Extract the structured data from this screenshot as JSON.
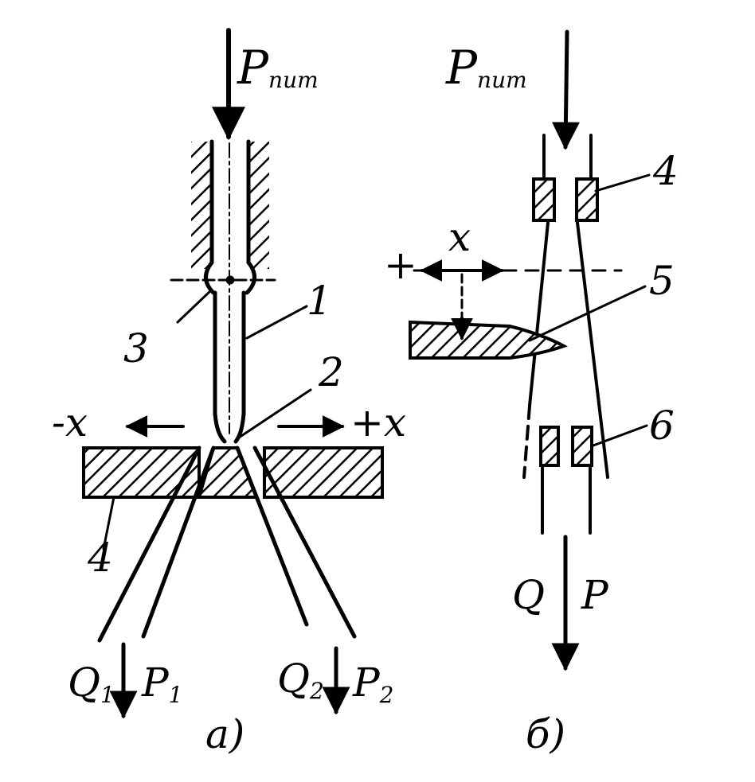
{
  "figure_a": {
    "supply_pressure_main": "P",
    "supply_pressure_sub": "пит",
    "labels": {
      "num1": "1",
      "num2": "2",
      "num3": "3",
      "num4": "4"
    },
    "axis_minus": "-x",
    "axis_plus": "+x",
    "out1_flow_main": "Q",
    "out1_flow_sub": "1",
    "out1_press_main": "P",
    "out1_press_sub": "1",
    "out2_flow_main": "Q",
    "out2_flow_sub": "2",
    "out2_press_main": "P",
    "out2_press_sub": "2",
    "caption": "a)"
  },
  "figure_b": {
    "supply_pressure_main": "P",
    "supply_pressure_sub": "пит",
    "labels": {
      "num4": "4",
      "num5": "5",
      "num6": "6"
    },
    "axis_x": "x",
    "axis_plus": "+",
    "out_flow": "Q",
    "out_press": "P",
    "caption": "б)"
  }
}
